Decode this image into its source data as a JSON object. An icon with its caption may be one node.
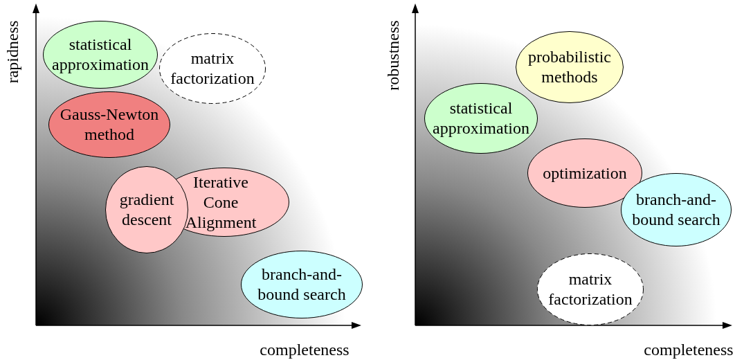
{
  "diagram": {
    "nodes": [
      {
        "text": [
          "statistical approximation"
        ]
      },
      {
        "text": [
          "matrix factorization"
        ]
      },
      {
        "text": [
          "Gauss-Newton method"
        ]
      },
      {
        "text": [
          "Iterative Cone Alignment"
        ]
      },
      {
        "text": [
          "gradient descent"
        ]
      },
      {
        "text": [
          "branch-and-bound search"
        ]
      },
      {
        "text": [
          "probabilistic methods"
        ]
      },
      {
        "text": [
          "statistical approximation"
        ]
      },
      {
        "text": [
          "optimization"
        ]
      },
      {
        "text": [
          "branch-and-bound search"
        ]
      },
      {
        "text": [
          "matrix factorization"
        ]
      }
    ],
    "labels": [
      "rapidness",
      "completeness",
      "robustness",
      "completeness"
    ]
  }
}
